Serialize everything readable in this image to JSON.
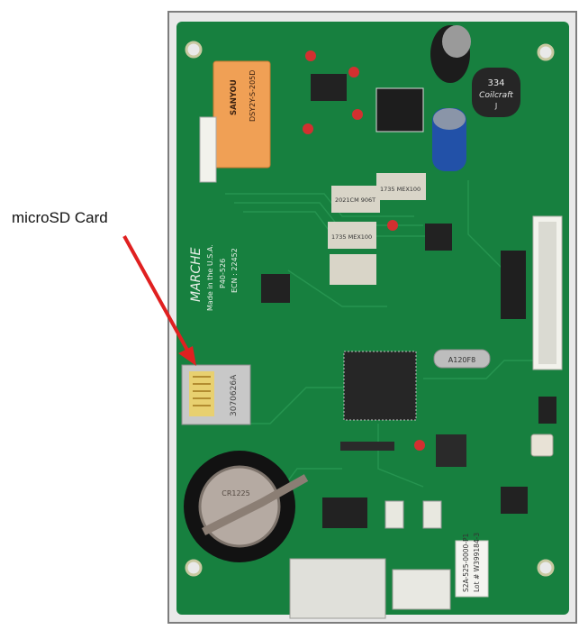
{
  "callout": {
    "label": "microSD Card"
  },
  "board": {
    "relay_brand": "SANYOU",
    "relay_model": "DSY2Y-S-205D",
    "inductor_value": "334",
    "inductor_brand": "Coilcraft",
    "inductor_suffix": "J",
    "brand": "MARCHE",
    "made_in": "Made in the U.S.A.",
    "part_no": "P40-526",
    "ecn": "ECN : 22452",
    "oscillator": "A120F8",
    "coin_cell": "CR1225",
    "label_line1": "S2A-525-0000-P1",
    "label_line2": "Lot # W399184-3",
    "microsd_slot_text": "3070626A",
    "pot_text_1": "2021CM 906T",
    "pot_text_2": "1735 MEX100",
    "pot_text_3": "1735 MEX100"
  },
  "colors": {
    "pcb": "#17803f",
    "arrow": "#e02020",
    "frame": "#7d7d7d"
  }
}
